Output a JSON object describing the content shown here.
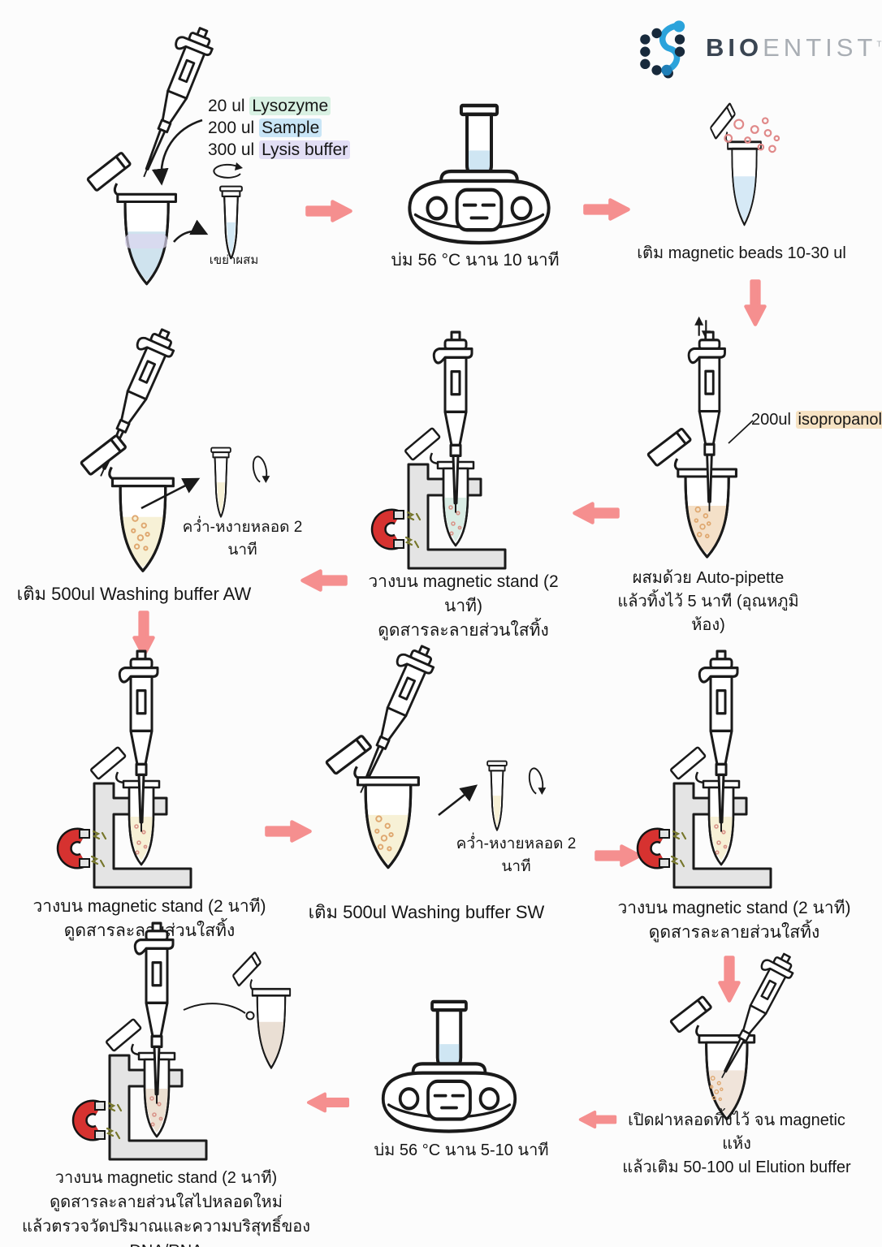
{
  "brand": {
    "name_bold": "BIO",
    "name_light": "ENTIST",
    "trademark": "TM"
  },
  "palette": {
    "arrow": "#f58f8f",
    "magnet_red": "#d63230",
    "stand_gray": "#e4e4e4",
    "highlight_lysozyme": "#d9f1e3",
    "highlight_sample": "#c9e5f6",
    "highlight_lysis_buffer": "#e2def5",
    "highlight_isopropanol": "#f6e2c3"
  },
  "icons": {
    "pipette": "auto-pipette-icon",
    "tube": "microtube-icon",
    "small_tube": "mix-tube-icon",
    "heat_block": "heat-block-icon",
    "magnetic_stand": "magnetic-stand-icon",
    "magnet": "horseshoe-magnet-icon",
    "rotate": "rotate-arrow-icon",
    "flow_arrow": "flow-arrow-icon",
    "beads": "magnetic-beads-icon"
  },
  "step_add_reagents": {
    "lines": [
      {
        "pre": "20 ul ",
        "hl": "Lysozyme"
      },
      {
        "pre": "200 ul ",
        "hl": "Sample"
      },
      {
        "pre": "300 ul ",
        "hl": "Lysis buffer"
      }
    ],
    "mix_note": "เขย่าผสม"
  },
  "step_incubate1": {
    "caption": "บ่ม 56 °C นาน 10 นาที"
  },
  "step_add_beads": {
    "caption": "เติม magnetic beads 10-30 ul"
  },
  "step_isopropanol": {
    "label_pre": "200ul ",
    "label_hl": "isopropanol",
    "caption_line1": "ผสมด้วย Auto-pipette",
    "caption_line2": "แล้วทิ้งไว้ 5 นาที (อุณหภูมิห้อง)"
  },
  "step_magstand1": {
    "caption_line1": "วางบน magnetic stand (2 นาที)",
    "caption_line2": "ดูดสารละลายส่วนใสทิ้ง"
  },
  "step_wash_aw": {
    "caption": "เติม 500ul Washing buffer AW",
    "invert_note": "คว่ำ-หงายหลอด 2 นาที"
  },
  "step_magstand2": {
    "caption_line1": "วางบน magnetic stand (2 นาที)",
    "caption_line2": "ดูดสารละลายส่วนใสทิ้ง"
  },
  "step_wash_sw": {
    "caption": "เติม 500ul Washing buffer SW",
    "invert_note": "คว่ำ-หงายหลอด 2 นาที"
  },
  "step_magstand3": {
    "caption_line1": "วางบน magnetic stand (2 นาที)",
    "caption_line2": "ดูดสารละลายส่วนใสทิ้ง"
  },
  "step_elution": {
    "caption_line1": "เปิดฝาหลอดทิ้งไว้ จน magnetic แห้ง",
    "caption_line2": "แล้วเติม 50-100 ul Elution buffer"
  },
  "step_incubate2": {
    "caption": "บ่ม 56 °C นาน 5-10 นาที"
  },
  "step_magstand4": {
    "caption_line1": "วางบน magnetic stand (2 นาที)",
    "caption_line2": "ดูดสารละลายส่วนใสไปหลอดใหม่",
    "caption_line3": "แล้วตรวจวัดปริมาณและความบริสุทธิ์ของ DNA/RNA"
  }
}
